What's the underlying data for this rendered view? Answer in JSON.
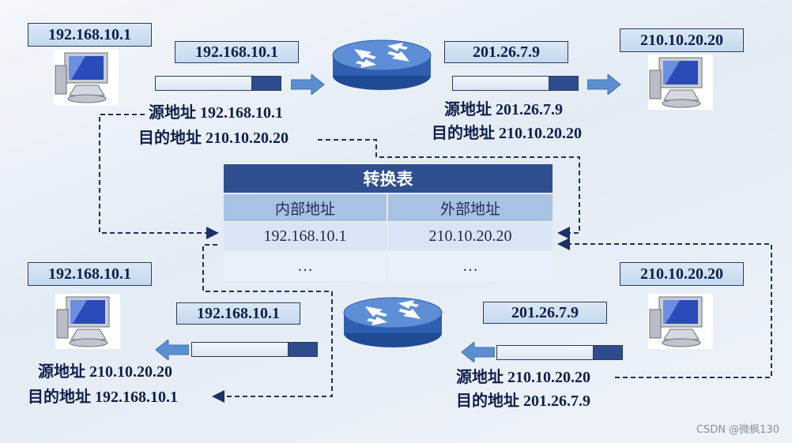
{
  "top_left_host_ip": "192.168.10.1",
  "top_packet_ip_before_router": "192.168.10.1",
  "top_packet_ip_after_router": "201.26.7.9",
  "top_right_host_ip": "210.10.20.20",
  "top_left_src": "源地址 192.168.10.1",
  "top_left_dst": "目的地址 210.10.20.20",
  "top_right_src": "源地址 201.26.7.9",
  "top_right_dst": "目的地址 210.10.20.20",
  "table": {
    "title": "转换表",
    "headers": [
      "内部地址",
      "外部地址"
    ],
    "rows": [
      [
        "192.168.10.1",
        "210.10.20.20"
      ],
      [
        "…",
        "…"
      ]
    ]
  },
  "bottom_left_host_ip": "192.168.10.1",
  "bottom_packet_ip_left": "192.168.10.1",
  "bottom_packet_ip_right": "201.26.7.9",
  "bottom_right_host_ip": "210.10.20.20",
  "bottom_left_src": "源地址 210.10.20.20",
  "bottom_left_dst": "目的地址 192.168.10.1",
  "bottom_right_src": "源地址 210.10.20.20",
  "bottom_right_dst": "目的地址 201.26.7.9",
  "watermark": "CSDN @微枫130",
  "colors": {
    "router": "#2f5fb0",
    "arrow": "#5b8fd0",
    "table_title": "#2f4f8f",
    "packet_tail": "#2e4b8e"
  },
  "icons": [
    "computer-icon",
    "router-icon",
    "right-arrow-icon",
    "left-arrow-icon"
  ]
}
